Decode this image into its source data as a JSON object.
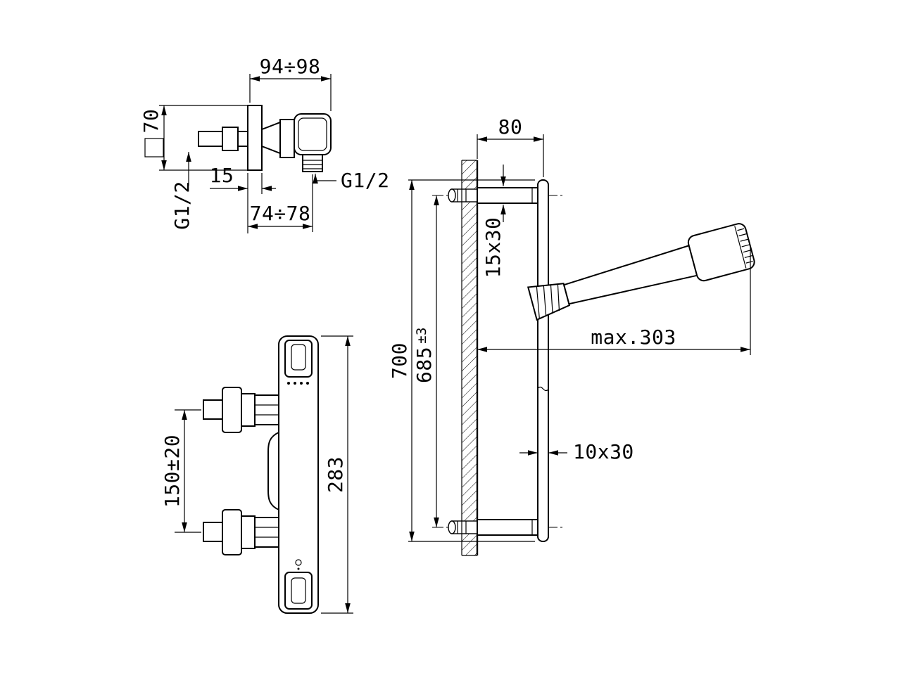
{
  "drawing": {
    "background_color": "#ffffff",
    "line_color": "#000000",
    "views": {
      "valve_side": {
        "width_range": "94÷98",
        "square_size": "70",
        "plate_offset": "15",
        "inlet_thread": "G1/2",
        "depth_range": "74÷78",
        "outlet_thread": "G1/2"
      },
      "mixer_front": {
        "inlet_spacing": "150±20",
        "body_height": "283"
      },
      "rail_side": {
        "wall_distance": "80",
        "bracket_section": "15x30",
        "overall_length": "700",
        "fixing_centres": "685",
        "fixing_tolerance": "±3",
        "max_reach": "max.303",
        "rail_section": "10x30"
      }
    }
  }
}
